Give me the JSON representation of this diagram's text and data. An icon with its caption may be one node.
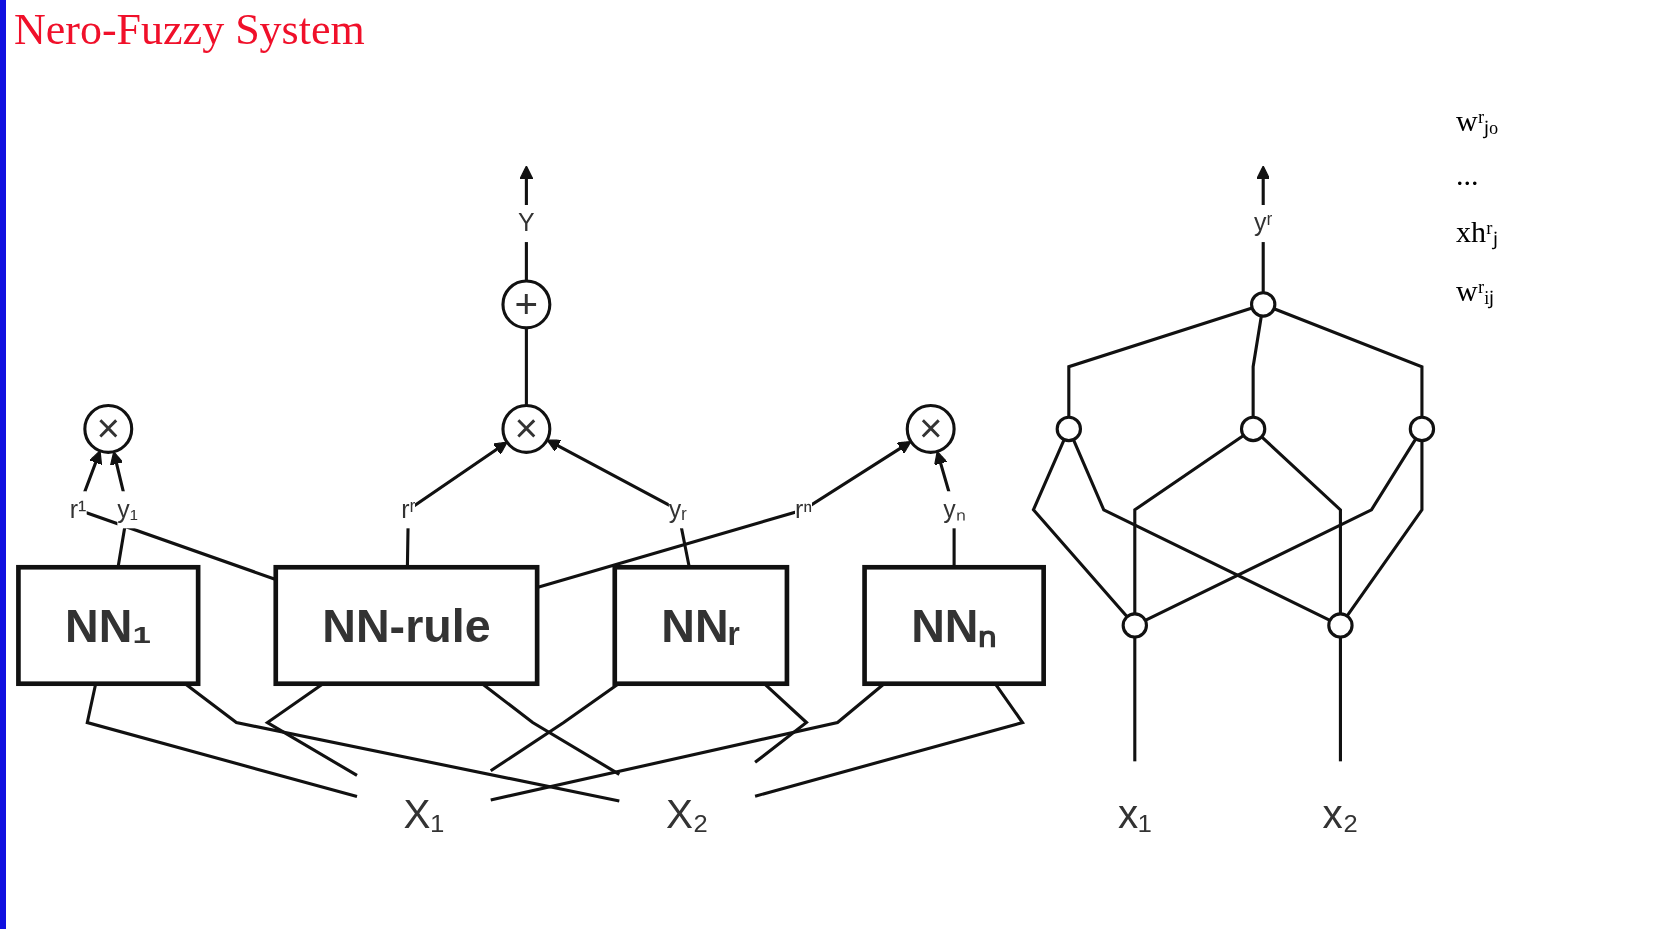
{
  "diagram": {
    "title": "Nero-Fuzzy System",
    "nodes": [
      {
        "text": [
          "NN-rule"
        ]
      },
      {
        "text": [
          "NN₁"
        ]
      },
      {
        "text": [
          "NNᵣ"
        ]
      },
      {
        "text": [
          "NNₙ"
        ]
      },
      {
        "text": [
          "×"
        ]
      },
      {
        "text": [
          "×"
        ]
      },
      {
        "text": [
          "×"
        ]
      },
      {
        "text": [
          "+"
        ]
      },
      {
        "text": [
          "X₁"
        ]
      },
      {
        "text": [
          "X₂"
        ]
      },
      {
        "text": [],
        "shape": "circle"
      },
      {
        "text": [],
        "shape": "circle"
      },
      {
        "text": [],
        "shape": "circle"
      },
      {
        "text": [],
        "shape": "circle"
      },
      {
        "text": [],
        "shape": "circle"
      },
      {
        "text": [],
        "shape": "circle"
      },
      {
        "text": [
          "x₁"
        ]
      },
      {
        "text": [
          "x₂"
        ]
      }
    ],
    "edges": [
      {
        "from": 8,
        "to": 0,
        "arrow": "none"
      },
      {
        "from": 8,
        "to": 1,
        "arrow": "none"
      },
      {
        "from": 8,
        "to": 2,
        "arrow": "none"
      },
      {
        "from": 8,
        "to": 3,
        "arrow": "none"
      },
      {
        "from": 9,
        "to": 0,
        "arrow": "none"
      },
      {
        "from": 9,
        "to": 1,
        "arrow": "none"
      },
      {
        "from": 9,
        "to": 2,
        "arrow": "none"
      },
      {
        "from": 9,
        "to": 3,
        "arrow": "none"
      },
      {
        "from": 0,
        "to": 6,
        "arrow": "to",
        "label": "rⁿ"
      },
      {
        "from": 0,
        "to": 5,
        "arrow": "to",
        "label": "rʳ"
      },
      {
        "from": 0,
        "to": 4,
        "arrow": "to",
        "label": "r¹"
      },
      {
        "from": 1,
        "to": 4,
        "arrow": "to",
        "label": "y₁"
      },
      {
        "from": 2,
        "to": 5,
        "arrow": "to",
        "label": "yᵣ"
      },
      {
        "from": 3,
        "to": 6,
        "arrow": "to",
        "label": "yₙ"
      },
      {
        "from": 5,
        "to": 7,
        "arrow": "none"
      },
      {
        "from": 7,
        "to": null,
        "arrow": "to",
        "label": "Y"
      },
      {
        "from": 10,
        "to": null,
        "arrow": "to",
        "label": "yʳ"
      },
      {
        "from": 11,
        "to": 10,
        "arrow": "none"
      },
      {
        "from": 12,
        "to": 10,
        "arrow": "none"
      },
      {
        "from": 13,
        "to": 10,
        "arrow": "none"
      },
      {
        "from": 14,
        "to": 11,
        "arrow": "none"
      },
      {
        "from": 14,
        "to": 12,
        "arrow": "none"
      },
      {
        "from": 14,
        "to": 13,
        "arrow": "none"
      },
      {
        "from": 15,
        "to": 11,
        "arrow": "none"
      },
      {
        "from": 15,
        "to": 12,
        "arrow": "none"
      },
      {
        "from": 15,
        "to": 13,
        "arrow": "none"
      },
      {
        "from": 16,
        "to": 14,
        "arrow": "none"
      },
      {
        "from": 17,
        "to": 15,
        "arrow": "none"
      }
    ],
    "labels": [
      "wʳⱼₒ",
      "...",
      "xhʳⱼ",
      "wʳᵢⱼ"
    ]
  }
}
